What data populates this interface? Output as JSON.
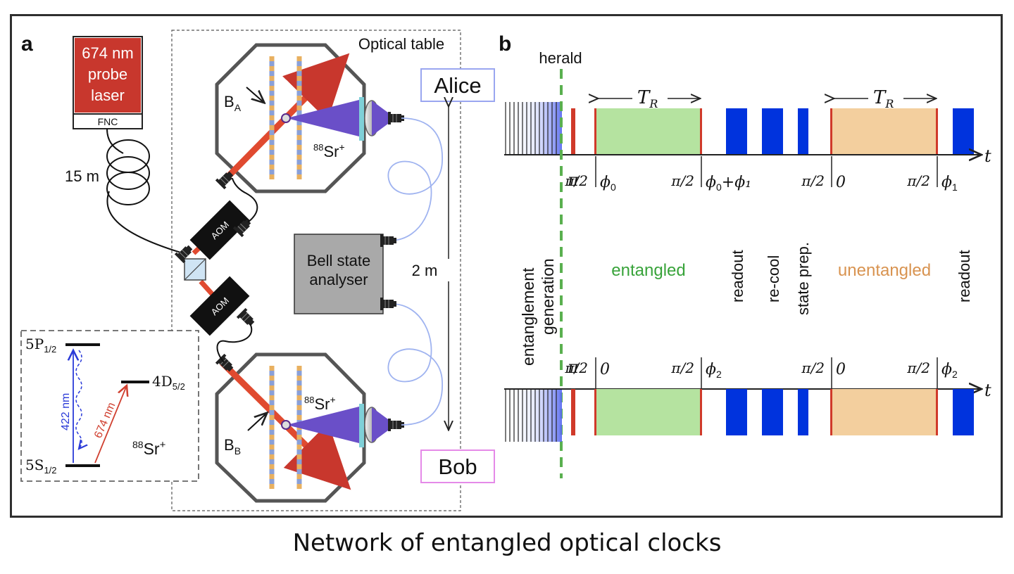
{
  "caption": "Network of entangled optical clocks",
  "panel_a": {
    "label": "a",
    "laser_lines": [
      "674 nm",
      "probe",
      "laser"
    ],
    "fnc": "FNC",
    "fiber_length": "15 m",
    "optical_table": "Optical table",
    "alice": "Alice",
    "bob": "Bob",
    "b_alice_main": "B",
    "b_alice_sub": "A",
    "b_bob_main": "B",
    "b_bob_sub": "B",
    "ion_alice_sup": "88",
    "ion_alice_main": "Sr",
    "ion_alice_charge": "+",
    "ion_bob_sup": "88",
    "ion_bob_main": "Sr",
    "ion_bob_charge": "+",
    "aom_top": "AOM",
    "aom_bottom": "AOM",
    "bsa_lines": [
      "Bell state",
      "analyser"
    ],
    "distance": "2 m",
    "level_5p_main": "5P",
    "level_5p_sub": "1/2",
    "level_4d_main": "4D",
    "level_4d_sub": "5/2",
    "level_5s_main": "5S",
    "level_5s_sub": "1/2",
    "transition_blue": "422 nm",
    "transition_red": "674 nm",
    "inset_ion_sup": "88",
    "inset_ion_main": "Sr",
    "inset_ion_charge": "+",
    "colors": {
      "laser_red": "#c8372d",
      "beam_red": "#e04a30",
      "ion_purple": "#6a4fc8",
      "window_cyan": "#7fd0d8",
      "fiber_blue": "#9fb3f0",
      "bsa_gray": "#a9a9a9",
      "blue_transition": "#2a3ad8",
      "trap_orange": "#e8b060",
      "trap_blue": "#8aa0d8"
    }
  },
  "panel_b": {
    "label": "b",
    "herald": "herald",
    "tr_main": "T",
    "tr_sub": "R",
    "t_axis": "t",
    "pi_symbol": "π",
    "top_pulse_labels": [
      {
        "frac": "π/2",
        "phase": "ϕ",
        "sub": "0",
        "extra": ""
      },
      {
        "frac": "π/2",
        "phase": "ϕ",
        "sub": "0",
        "extra": "+ϕ₁"
      },
      {
        "frac": "π/2",
        "phase": "0",
        "sub": "",
        "extra": ""
      },
      {
        "frac": "π/2",
        "phase": "ϕ",
        "sub": "1",
        "extra": ""
      }
    ],
    "bottom_pulse_labels": [
      {
        "frac": "π/2",
        "phase": "0",
        "sub": ""
      },
      {
        "frac": "π/2",
        "phase": "ϕ",
        "sub": "2"
      },
      {
        "frac": "π/2",
        "phase": "0",
        "sub": ""
      },
      {
        "frac": "π/2",
        "phase": "ϕ",
        "sub": "2"
      }
    ],
    "phase_labels": {
      "entanglement_generation": [
        "entanglement",
        "generation"
      ],
      "entangled": "entangled",
      "readout_1": "readout",
      "recool": "re-cool",
      "state_prep": "state prep.",
      "unentangled": "unentangled",
      "readout_2": "readout"
    },
    "colors": {
      "entangled_green": "#38a33a",
      "entangled_fill": "#b5e3a0",
      "unentangled_orange": "#d89350",
      "unentangled_fill": "#f3cf9e",
      "pulse_blue": "#0033dd",
      "pulse_red": "#d03a2a",
      "herald_green": "#5ab04f"
    }
  }
}
